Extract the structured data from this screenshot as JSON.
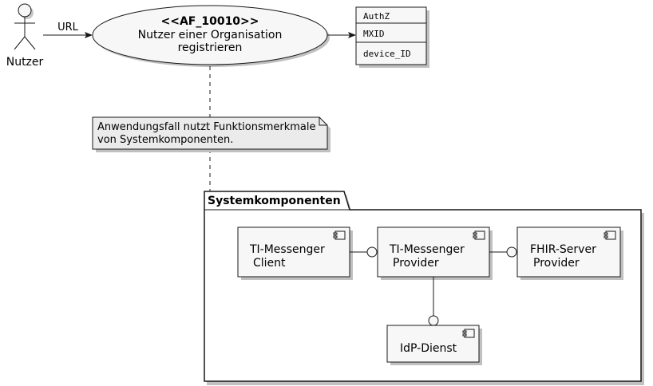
{
  "actor": {
    "label": "Nutzer"
  },
  "edge_actor_usecase": {
    "label": "URL"
  },
  "usecase": {
    "id": "<<AF_10010>>",
    "line1": "Nutzer einer Organisation",
    "line2": "registrieren"
  },
  "data_box": {
    "fields": [
      "AuthZ",
      "MXID",
      "device_ID"
    ]
  },
  "note": {
    "line1": "Anwendungsfall nutzt Funktionsmerkmale",
    "line2": "von Systemkomponenten."
  },
  "package": {
    "title": "Systemkomponenten",
    "components": {
      "client": {
        "line1": "TI-Messenger",
        "line2": "Client"
      },
      "provider": {
        "line1": "TI-Messenger",
        "line2": "Provider"
      },
      "fhir": {
        "line1": "FHIR-Server",
        "line2": "Provider"
      },
      "idp": {
        "line1": "IdP-Dienst"
      }
    }
  },
  "colors": {
    "fill": "#f7f7f7",
    "stroke": "#181818",
    "note_fill": "#ebebeb",
    "shadow": "#c0c0c0"
  }
}
